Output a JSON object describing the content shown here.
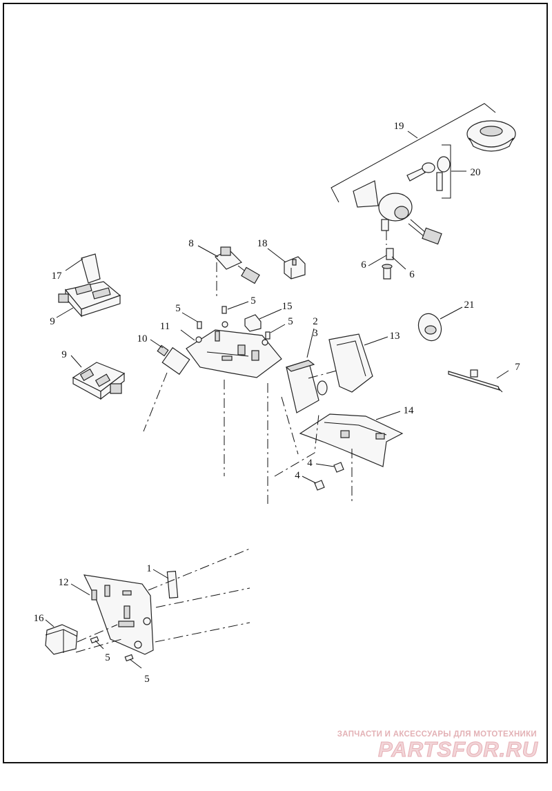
{
  "callouts": [
    {
      "id": "c1",
      "text": "1"
    },
    {
      "id": "c2",
      "text": "2"
    },
    {
      "id": "c3",
      "text": "3"
    },
    {
      "id": "c4a",
      "text": "4"
    },
    {
      "id": "c4b",
      "text": "4"
    },
    {
      "id": "c5a",
      "text": "5"
    },
    {
      "id": "c5b",
      "text": "5"
    },
    {
      "id": "c5c",
      "text": "5"
    },
    {
      "id": "c5d",
      "text": "5"
    },
    {
      "id": "c5e",
      "text": "5"
    },
    {
      "id": "c6a",
      "text": "6"
    },
    {
      "id": "c6b",
      "text": "6"
    },
    {
      "id": "c7",
      "text": "7"
    },
    {
      "id": "c8",
      "text": "8"
    },
    {
      "id": "c9a",
      "text": "9"
    },
    {
      "id": "c9b",
      "text": "9"
    },
    {
      "id": "c10",
      "text": "10"
    },
    {
      "id": "c11",
      "text": "11"
    },
    {
      "id": "c12",
      "text": "12"
    },
    {
      "id": "c13",
      "text": "13"
    },
    {
      "id": "c14",
      "text": "14"
    },
    {
      "id": "c15",
      "text": "15"
    },
    {
      "id": "c16",
      "text": "16"
    },
    {
      "id": "c17",
      "text": "17"
    },
    {
      "id": "c18",
      "text": "18"
    },
    {
      "id": "c19",
      "text": "19"
    },
    {
      "id": "c20",
      "text": "20"
    },
    {
      "id": "c21",
      "text": "21"
    }
  ],
  "watermark": {
    "tagline": "ЗАПЧАСТИ И АКСЕССУАРЫ ДЛЯ МОТОТЕХНИКИ",
    "logo": "PARTSFOR.RU"
  }
}
